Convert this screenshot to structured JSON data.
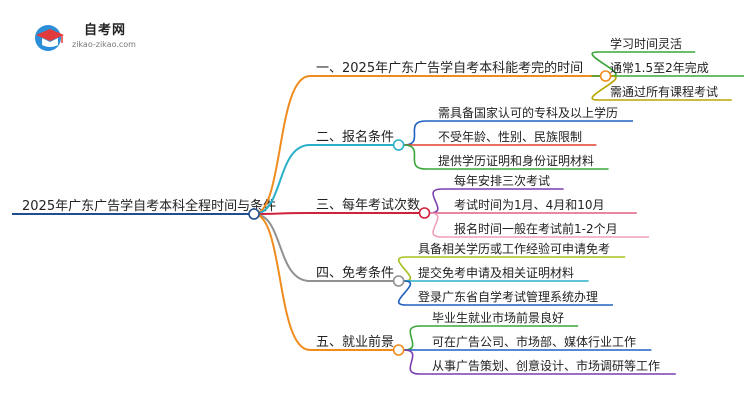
{
  "logo": {
    "title": "自考网",
    "subtitle": "zikao-zikao.com",
    "icon": "graduation-cap-icon"
  },
  "root": {
    "label": "2025年广东广告学自考本科全程时间与条件",
    "color": "#1f4e8c"
  },
  "branches": [
    {
      "label": "一、2025年广东广告学自考本科能考完的时间",
      "color": "#f08c1e",
      "children": [
        {
          "label": "学习时间灵活",
          "color": "#3aa63a"
        },
        {
          "label": "通常1.5至2年完成",
          "color": "#3aa63a"
        },
        {
          "label": "需通过所有课程考试",
          "color": "#b8a600"
        }
      ]
    },
    {
      "label": "二、报名条件",
      "color": "#2ab0c8",
      "children": [
        {
          "label": "需具备国家认可的专科及以上学历",
          "color": "#2060c0"
        },
        {
          "label": "不受年龄、性别、民族限制",
          "color": "#e0402e"
        },
        {
          "label": "提供学历证明和身份证明材料",
          "color": "#3aa63a"
        }
      ]
    },
    {
      "label": "三、每年考试次数",
      "color": "#d0203a",
      "children": [
        {
          "label": "每年安排三次考试",
          "color": "#7a3fb0"
        },
        {
          "label": "考试时间为1月、4月和10月",
          "color": "#e06080"
        },
        {
          "label": "报名时间一般在考试前1-2个月",
          "color": "#f0a0b8"
        }
      ]
    },
    {
      "label": "四、免考条件",
      "color": "#909090",
      "children": [
        {
          "label": "具备相关学历或工作经验可申请免考",
          "color": "#a8c020"
        },
        {
          "label": "提交免考申请及相关证明材料",
          "color": "#2ab0c8"
        },
        {
          "label": "登录广东省自学考试管理系统办理",
          "color": "#2060c0"
        }
      ]
    },
    {
      "label": "五、就业前景",
      "color": "#f08c1e",
      "children": [
        {
          "label": "毕业生就业市场前景良好",
          "color": "#3aa63a"
        },
        {
          "label": "可在广告公司、市场部、媒体行业工作",
          "color": "#2060c0"
        },
        {
          "label": "从事广告策划、创意设计、市场调研等工作",
          "color": "#7a3fb0"
        }
      ]
    }
  ]
}
